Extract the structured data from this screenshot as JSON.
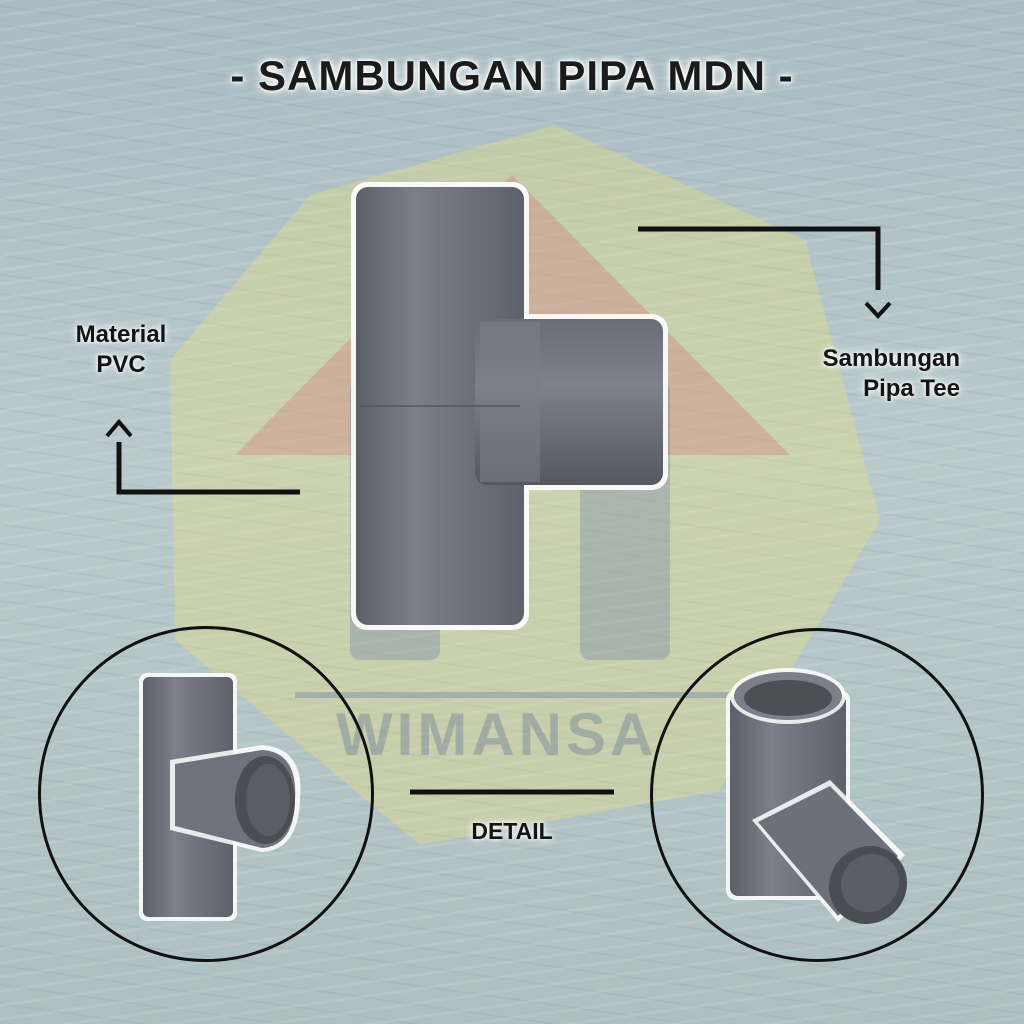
{
  "title": "- SAMBUNGAN PIPA MDN -",
  "labels": {
    "material_line1": "Material",
    "material_line2": "PVC",
    "type_line1": "Sambungan",
    "type_line2": "Pipa Tee",
    "detail": "DETAIL"
  },
  "watermark": "WIMANSA",
  "colors": {
    "pipe": "#6d7079",
    "pipe_dark": "#55585f",
    "pipe_light": "#8a8d96",
    "line": "#111111",
    "text": "#141414"
  }
}
